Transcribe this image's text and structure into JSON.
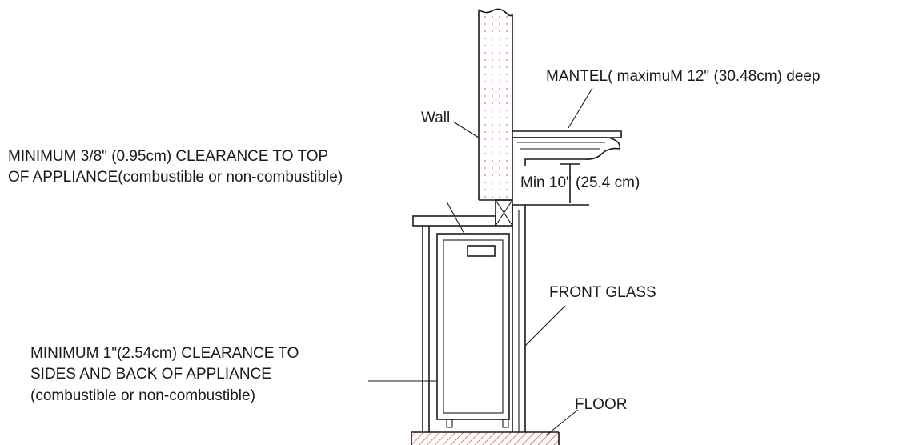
{
  "labels": {
    "mantel": "MANTEL( maximuM 12\" (30.48cm) deep",
    "wall": "Wall",
    "top_clearance_line1": "MINIMUM 3/8\" (0.95cm) CLEARANCE TO TOP",
    "top_clearance_line2": "OF APPLIANCE(combustible or non-combustible)",
    "min_height": "Min 10\" (25.4 cm)",
    "front_glass": "FRONT GLASS",
    "side_clearance_line1": "MINIMUM 1\"(2.54cm) CLEARANCE TO",
    "side_clearance_line2": "SIDES AND BACK OF APPLIANCE",
    "side_clearance_line3": "(combustible or non-combustible)",
    "floor": "FLOOR"
  },
  "colors": {
    "line": "#1a1a1a",
    "wall_dots": "#e07070",
    "floor_hatch": "#d83a3a"
  }
}
